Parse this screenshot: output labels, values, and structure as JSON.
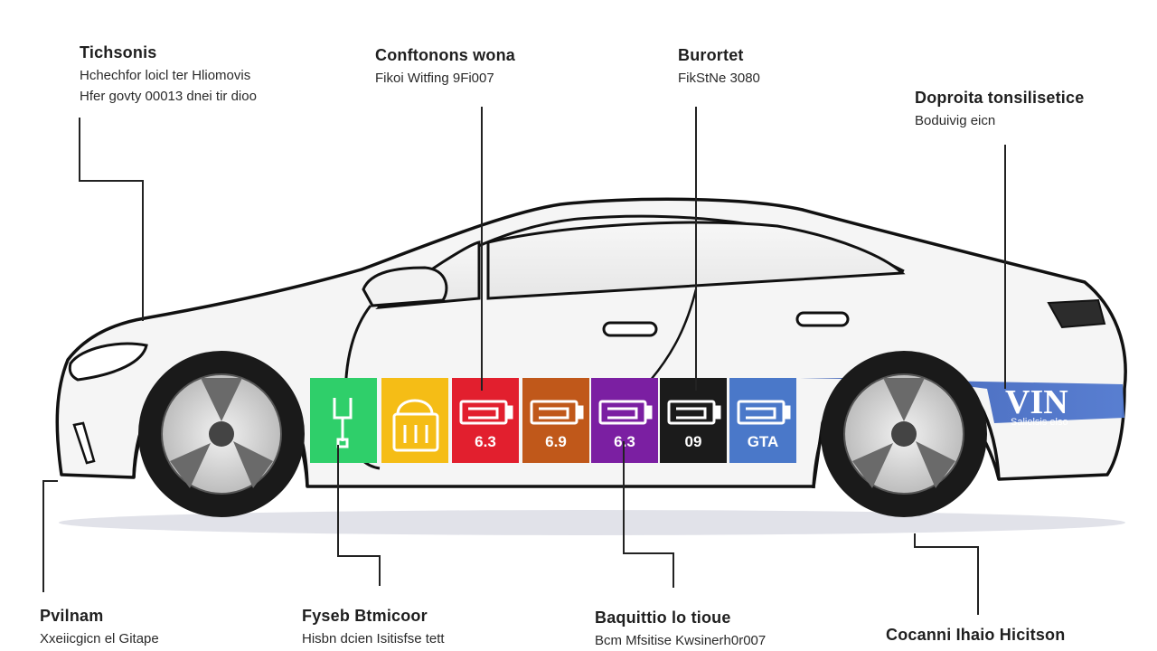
{
  "callouts": {
    "top_left": {
      "title": "Tichsonis",
      "line1": "Hchechfor loicl ter Hliomovis",
      "line2": "Hfer govty 00013 dnei tir dioo"
    },
    "top_center": {
      "title": "Conftonons wona",
      "line1": "Fikoi Witfing 9Fi007"
    },
    "top_right": {
      "title": "Burortet",
      "line1": "FikStNe 3080"
    },
    "far_right": {
      "title": "Doproita tonsilisetice",
      "line1": "Boduivig eicn"
    },
    "bottom_left": {
      "title": "Pvilnam",
      "line1": "Xxeiicgicn el Gitape"
    },
    "bottom_center_left": {
      "title": "Fyseb Btmicoor",
      "line1": "Hisbn dcien Isitisfse tett"
    },
    "bottom_center_right": {
      "title": "Baquittio lo tioue",
      "line1": "Bcm Mfsitise Kwsinerh0r007"
    },
    "bottom_right": {
      "title": "Cocanni Ihaio Hicitson"
    }
  },
  "panels": [
    {
      "id": "green",
      "color": "#2fcf6a",
      "icon": "plug-icon",
      "value": ""
    },
    {
      "id": "yellow",
      "color": "#f5bd16",
      "icon": "lock-icon",
      "value": ""
    },
    {
      "id": "red",
      "color": "#e21f2e",
      "icon": "battery-icon",
      "value": "6.3"
    },
    {
      "id": "orange",
      "color": "#c0581a",
      "icon": "battery-icon",
      "value": "6.9"
    },
    {
      "id": "purple",
      "color": "#7b1fa2",
      "icon": "battery-icon",
      "value": "6.3"
    },
    {
      "id": "black",
      "color": "#1b1b1b",
      "icon": "battery-icon",
      "value": "09"
    },
    {
      "id": "blue",
      "color": "#4a78c9",
      "icon": "battery-icon",
      "value": "GTA"
    }
  ],
  "rear_badge": {
    "title": "VIN",
    "subtitle": "Salielsis elso"
  },
  "colors": {
    "stripe": "#4a6dc0",
    "body_outline": "#111111",
    "body_fill": "#f4f4f4",
    "leader": "#222222"
  }
}
